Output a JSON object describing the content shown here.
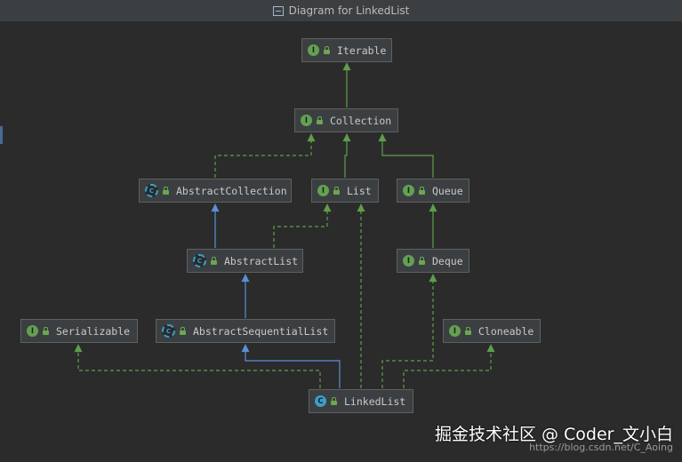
{
  "window": {
    "title": "Diagram for LinkedList"
  },
  "nodes": [
    {
      "id": "iterable",
      "label": "Iterable",
      "kind": "interface",
      "badge": "I"
    },
    {
      "id": "collection",
      "label": "Collection",
      "kind": "interface",
      "badge": "I"
    },
    {
      "id": "abstractcollection",
      "label": "AbstractCollection",
      "kind": "abstract",
      "badge": "C"
    },
    {
      "id": "list",
      "label": "List",
      "kind": "interface",
      "badge": "I"
    },
    {
      "id": "queue",
      "label": "Queue",
      "kind": "interface",
      "badge": "I"
    },
    {
      "id": "abstractlist",
      "label": "AbstractList",
      "kind": "abstract",
      "badge": "C"
    },
    {
      "id": "deque",
      "label": "Deque",
      "kind": "interface",
      "badge": "I"
    },
    {
      "id": "serializable",
      "label": "Serializable",
      "kind": "interface",
      "badge": "I"
    },
    {
      "id": "abstractsequentiallist",
      "label": "AbstractSequentialList",
      "kind": "abstract",
      "badge": "C"
    },
    {
      "id": "cloneable",
      "label": "Cloneable",
      "kind": "interface",
      "badge": "I"
    },
    {
      "id": "linkedlist",
      "label": "LinkedList",
      "kind": "class",
      "badge": "C"
    }
  ],
  "colors": {
    "background": "#2b2b2b",
    "node_fill": "#3c3f41",
    "implements_edge": "#5f9e4c",
    "extends_edge": "#5a8fd8",
    "interface_badge": "#62a152",
    "class_badge": "#3a9fc8"
  },
  "watermark": {
    "main": "掘金技术社区 @ Coder_文小白",
    "url": "https://blog.csdn.net/C_Aoing"
  }
}
